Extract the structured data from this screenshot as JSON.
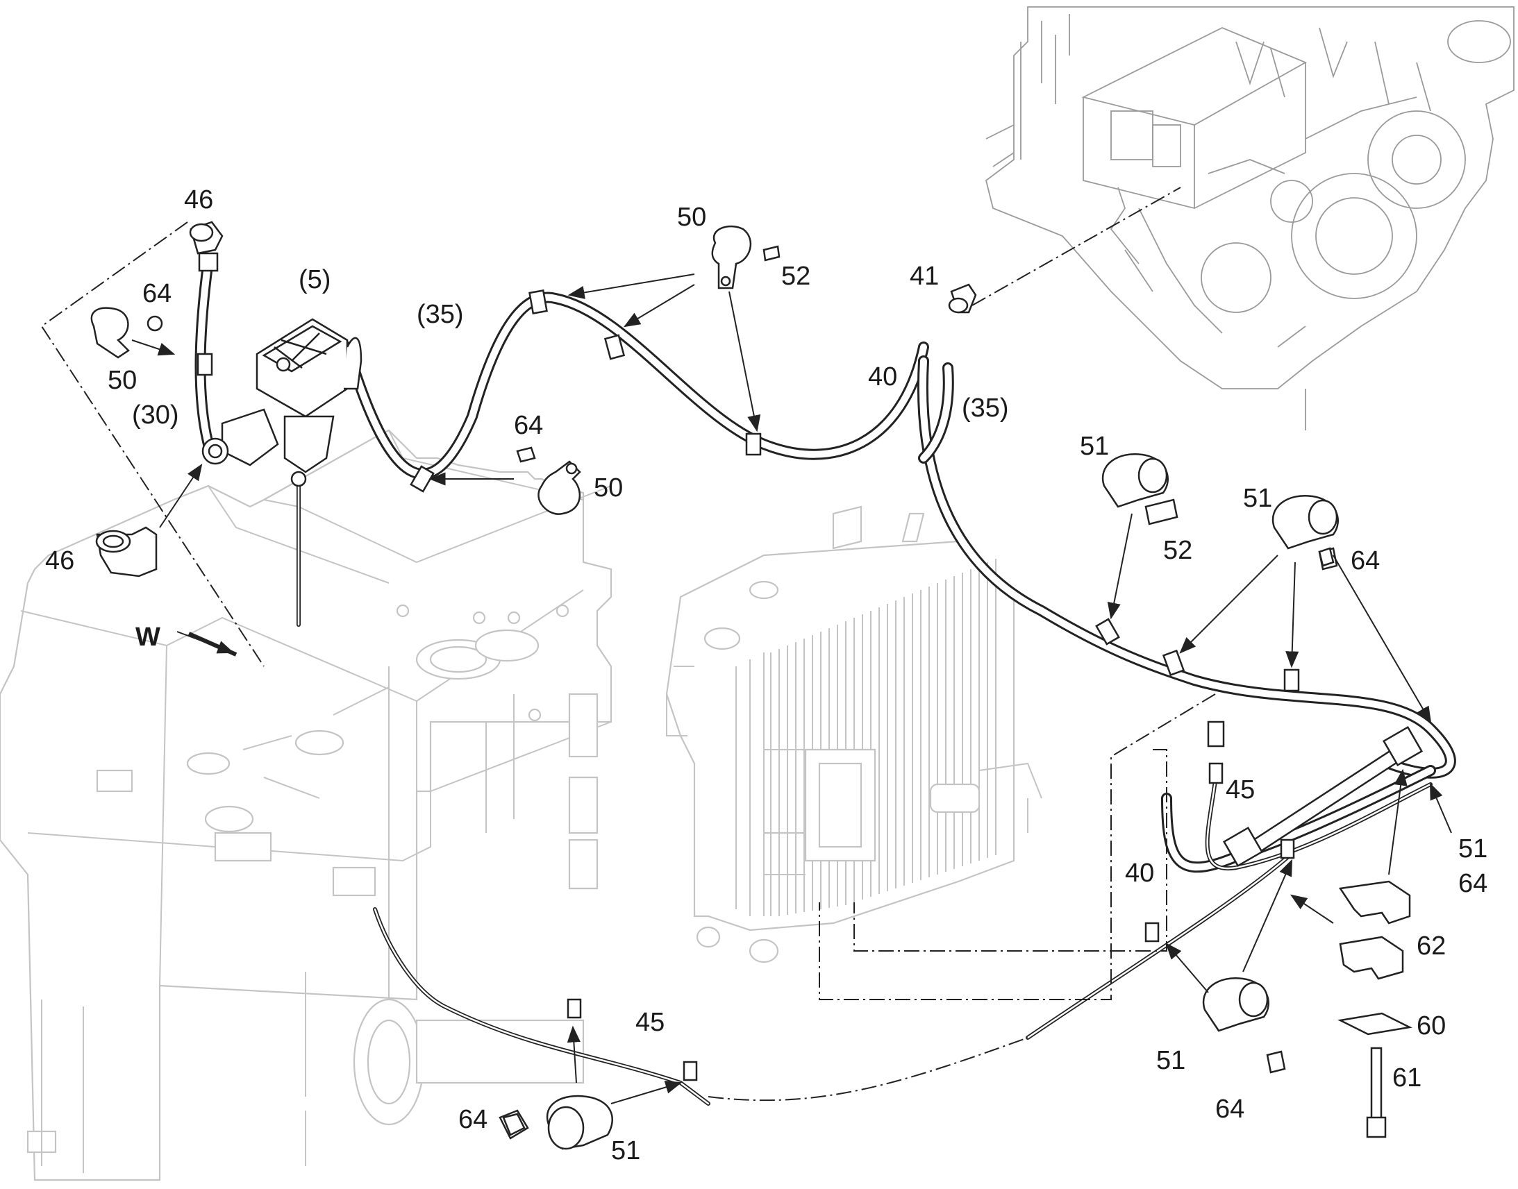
{
  "labels": {
    "l46_top": "46",
    "l64_tl": "64",
    "l50_tl": "50",
    "l5": "(5)",
    "l30": "(30)",
    "l46_bot": "46",
    "lW": "W",
    "l50_top": "50",
    "l52_top": "52",
    "l35_left": "(35)",
    "l64_mid": "64",
    "l50_mid": "50",
    "l41": "41",
    "l40_top": "40",
    "l35_right": "(35)",
    "l51_a": "51",
    "l52_b": "52",
    "l51_b": "51",
    "l64_b": "64",
    "l45_right": "45",
    "l40_bot": "40",
    "l51_c": "51",
    "l64_c": "64",
    "l62": "62",
    "l60": "60",
    "l51_d": "51",
    "l64_d": "64",
    "l61": "61",
    "l45_bot": "45",
    "l64_e": "64",
    "l51_e": "51"
  },
  "colors": {
    "ink": "#222222",
    "ghost": "#c4c4c4",
    "engine": "#9a9a9a"
  }
}
